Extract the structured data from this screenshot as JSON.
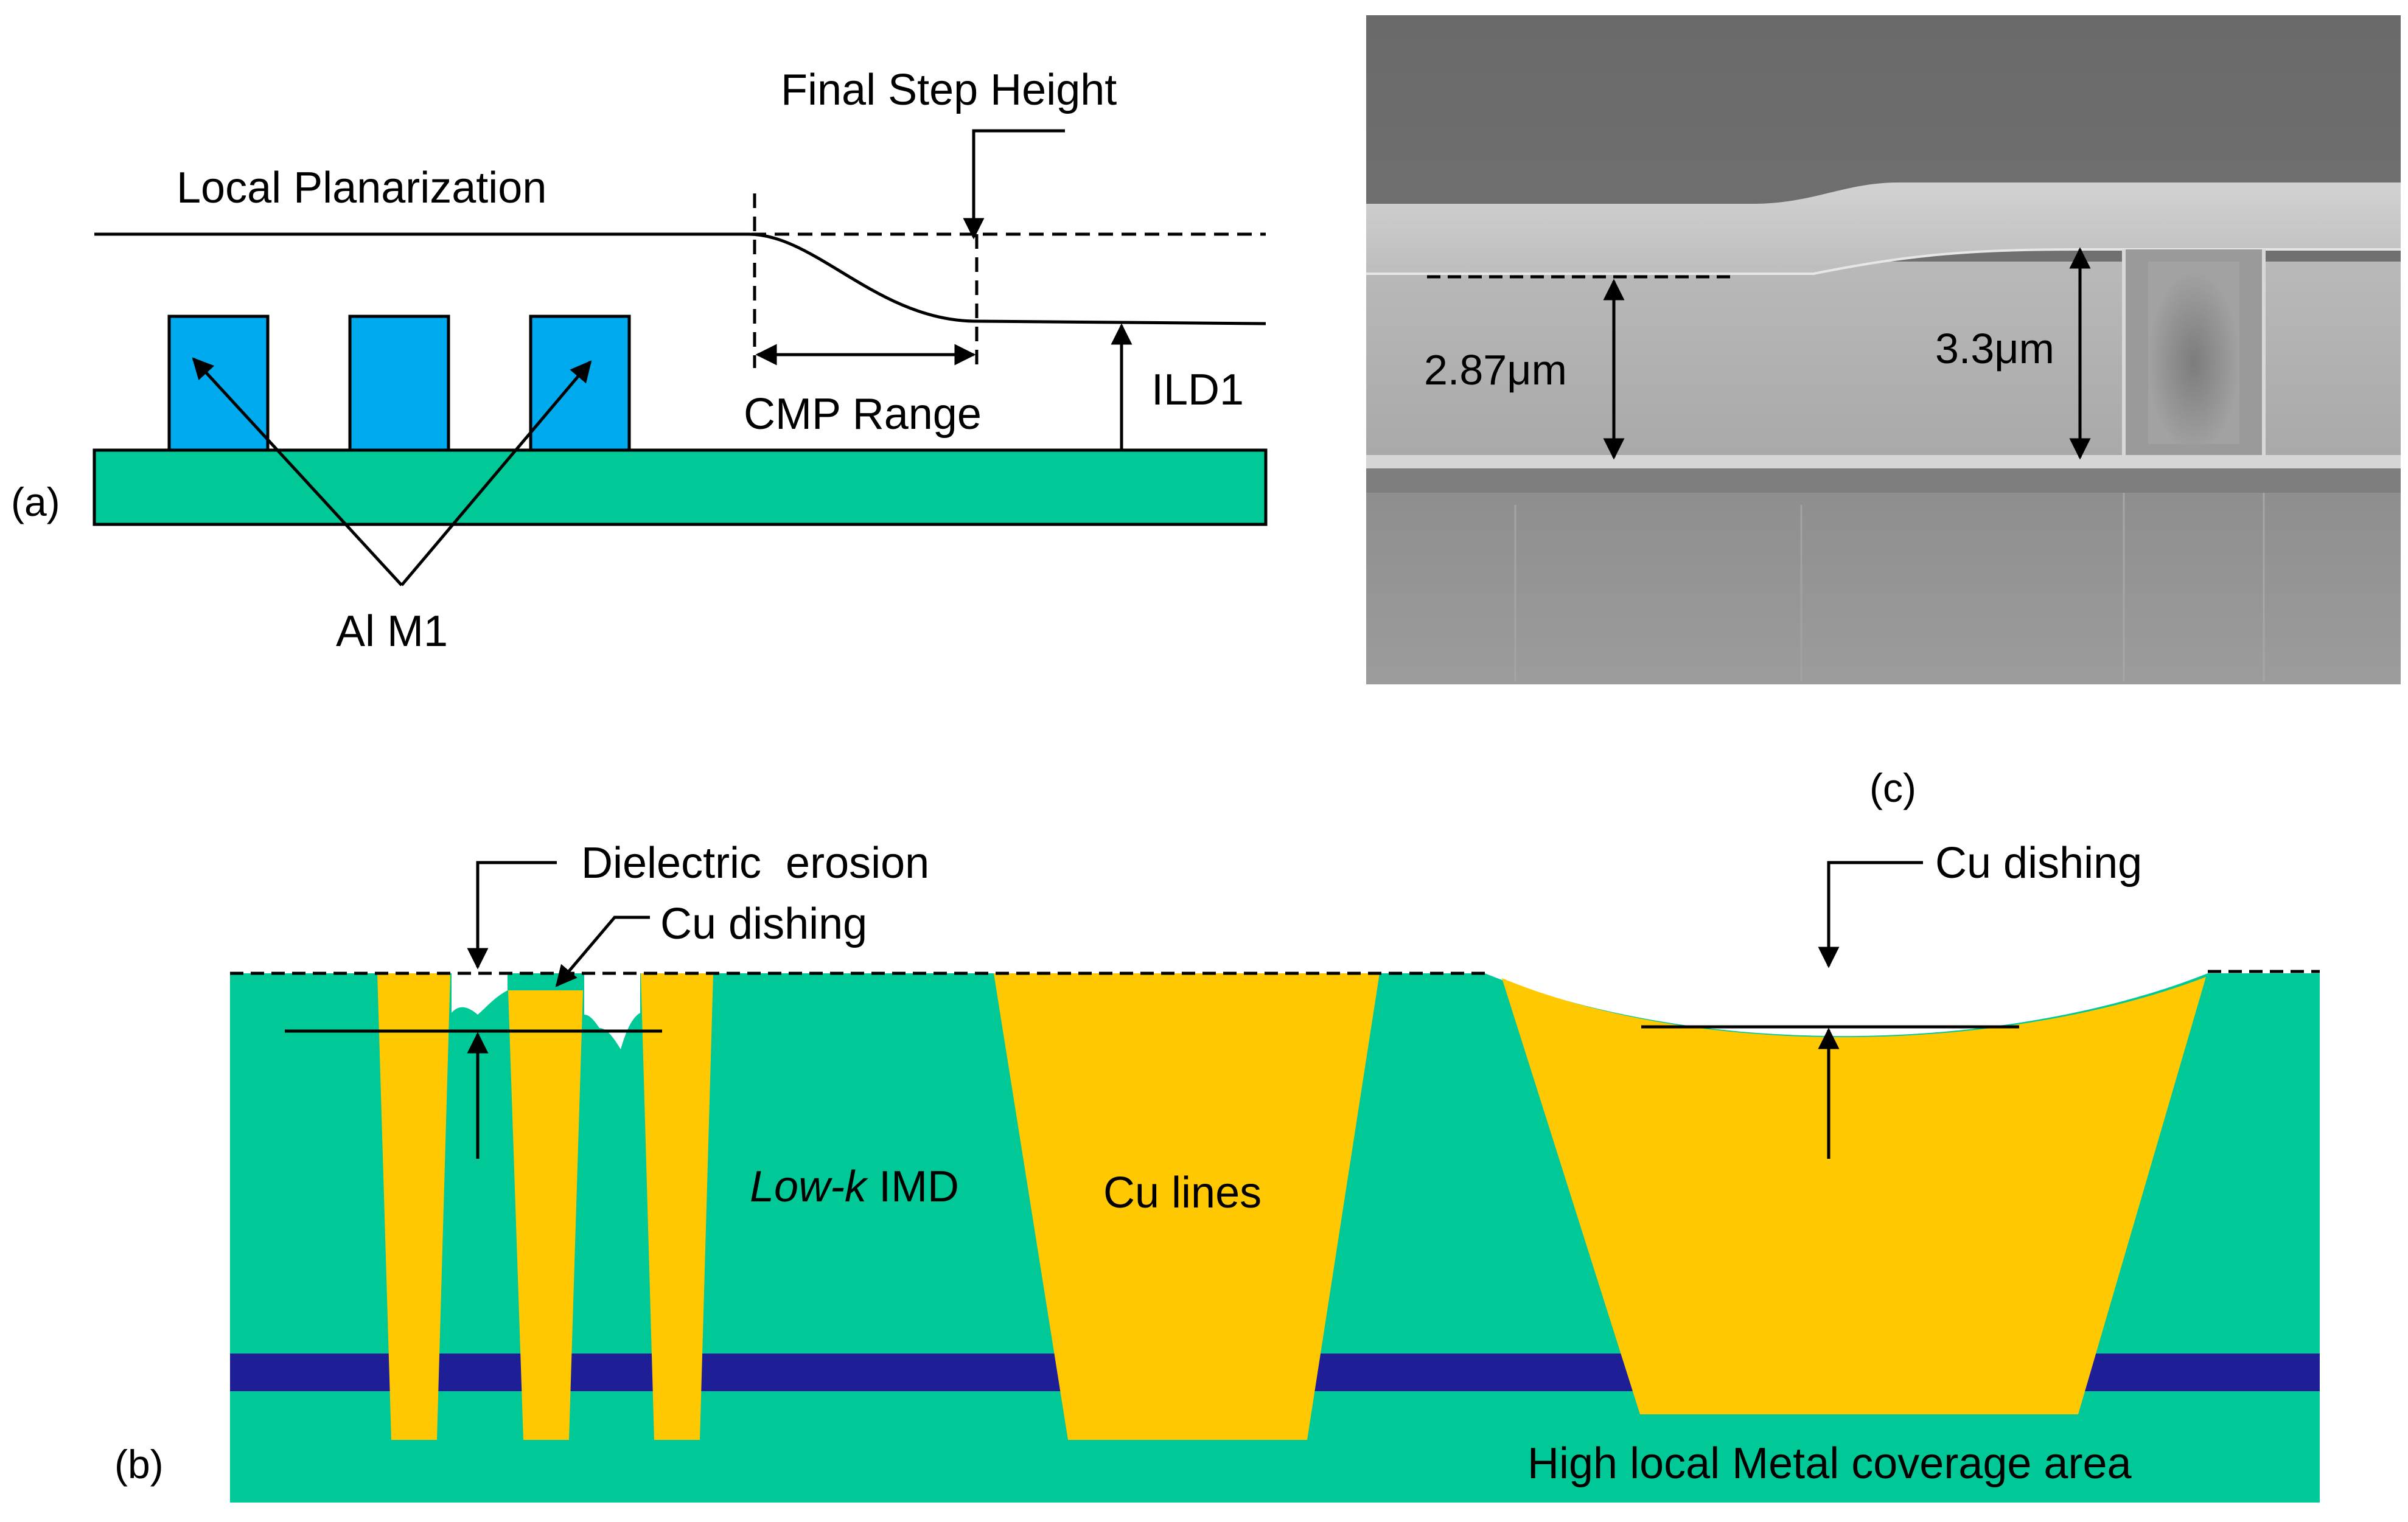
{
  "panel_a": {
    "tag": "(a)",
    "local_planarization": "Local Planarization",
    "final_step_height": "Final Step Height",
    "cmp_range": "CMP Range",
    "ild1": "ILD1",
    "al_m1": "Al M1"
  },
  "panel_b": {
    "tag": "(b)",
    "dielectric_erosion": "Dielectric  erosion",
    "cu_dishing_left": "Cu dishing",
    "cu_dishing_right": "Cu dishing",
    "lowk_italic": "Low-k",
    "lowk_rest": " IMD",
    "cu_lines": "Cu lines",
    "high_coverage": "High local Metal coverage area"
  },
  "panel_c": {
    "tag": "(c)",
    "thickness_left": "2.87μm",
    "thickness_right": "3.3μm"
  },
  "colors": {
    "dielectric": "#00C896",
    "copper": "#FFC800",
    "etch_stop": "#1E1E96",
    "aluminum": "#00AAEE",
    "sem_background": "#6E6E6E",
    "sem_film": "#C8C8C8"
  }
}
